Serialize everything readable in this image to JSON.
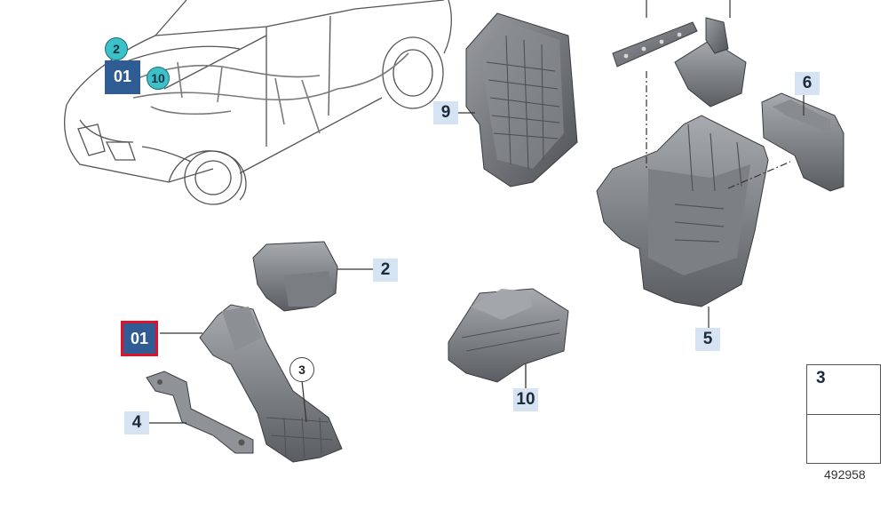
{
  "diagram": {
    "figure_id": "492958",
    "selected_label": "01",
    "callouts": [
      "2",
      "3",
      "4",
      "5",
      "6",
      "9",
      "10"
    ],
    "overview_markers": [
      "2",
      "10"
    ],
    "legend_part": "3"
  },
  "colors": {
    "label_bg": "#d6e3f2",
    "selected_bg": "#2f5d93",
    "highlight_border": "#e0112b",
    "marker_teal": "#3cc2c6",
    "part_gray": "#6f7277"
  },
  "icons": [
    "hex-nut-icon",
    "arrow-direction-icon"
  ]
}
